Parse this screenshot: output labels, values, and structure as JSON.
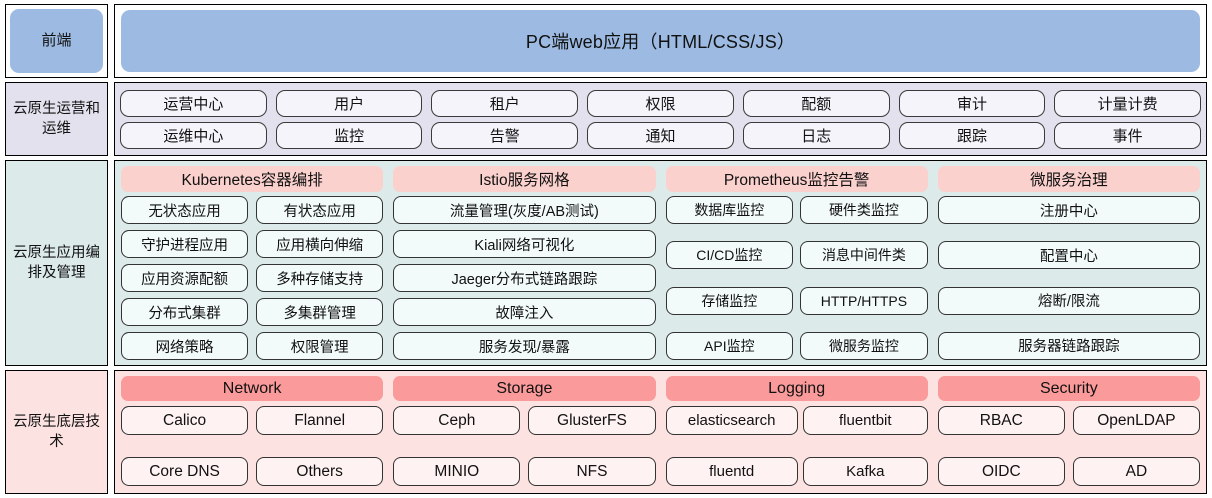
{
  "layers": [
    {
      "label": "前端",
      "banner": "PC端web应用（HTML/CSS/JS）"
    },
    {
      "label": "云原生运营和运维",
      "rows": [
        [
          "运营中心",
          "用户",
          "租户",
          "权限",
          "配额",
          "审计",
          "计量计费"
        ],
        [
          "运维中心",
          "监控",
          "告警",
          "通知",
          "日志",
          "跟踪",
          "事件"
        ]
      ]
    },
    {
      "label": "云原生应用编排及管理",
      "columns": [
        {
          "title": "Kubernetes容器编排",
          "rows": [
            [
              "无状态应用",
              "有状态应用"
            ],
            [
              "守护进程应用",
              "应用横向伸缩"
            ],
            [
              "应用资源配额",
              "多种存储支持"
            ],
            [
              "分布式集群",
              "多集群管理"
            ],
            [
              "网络策略",
              "权限管理"
            ]
          ]
        },
        {
          "title": "Istio服务网格",
          "rows": [
            [
              "流量管理(灰度/AB测试)"
            ],
            [
              "Kiali网络可视化"
            ],
            [
              "Jaeger分布式链路跟踪"
            ],
            [
              "故障注入"
            ],
            [
              "服务发现/暴露"
            ]
          ]
        },
        {
          "title": "Prometheus监控告警",
          "rows": [
            [
              "数据库监控",
              "硬件类监控"
            ],
            [
              "CI/CD监控",
              "消息中间件类"
            ],
            [
              "存储监控",
              "HTTP/HTTPS"
            ],
            [
              "API监控",
              "微服务监控"
            ]
          ]
        },
        {
          "title": "微服务治理",
          "rows": [
            [
              "注册中心"
            ],
            [
              "配置中心"
            ],
            [
              "熔断/限流"
            ],
            [
              "服务器链路跟踪"
            ]
          ]
        }
      ]
    },
    {
      "label": "云原生底层技术",
      "columns": [
        {
          "title": "Network",
          "rows": [
            [
              "Calico",
              "Flannel"
            ],
            [
              "Core DNS",
              "Others"
            ]
          ]
        },
        {
          "title": "Storage",
          "rows": [
            [
              "Ceph",
              "GlusterFS"
            ],
            [
              "MINIO",
              "NFS"
            ]
          ]
        },
        {
          "title": "Logging",
          "rows": [
            [
              "elasticsearch",
              "fluentbit"
            ],
            [
              "fluentd",
              "Kafka"
            ]
          ]
        },
        {
          "title": "Security",
          "rows": [
            [
              "RBAC",
              "OpenLDAP"
            ],
            [
              "OIDC",
              "AD"
            ]
          ]
        }
      ]
    }
  ],
  "colors": {
    "frontend_banner": "#9DBBE2",
    "ops_band": "#E3E1ED",
    "orch_band": "#DCEAEA",
    "infra_band": "#FDE2E2",
    "orch_header": "#FBD1CE",
    "infra_header": "#FB9A9A",
    "orch_pill": "#F2FAFA",
    "infra_pill": "#FEF2F2",
    "ops_pill": "#F4F4FA",
    "border": "#333333"
  }
}
